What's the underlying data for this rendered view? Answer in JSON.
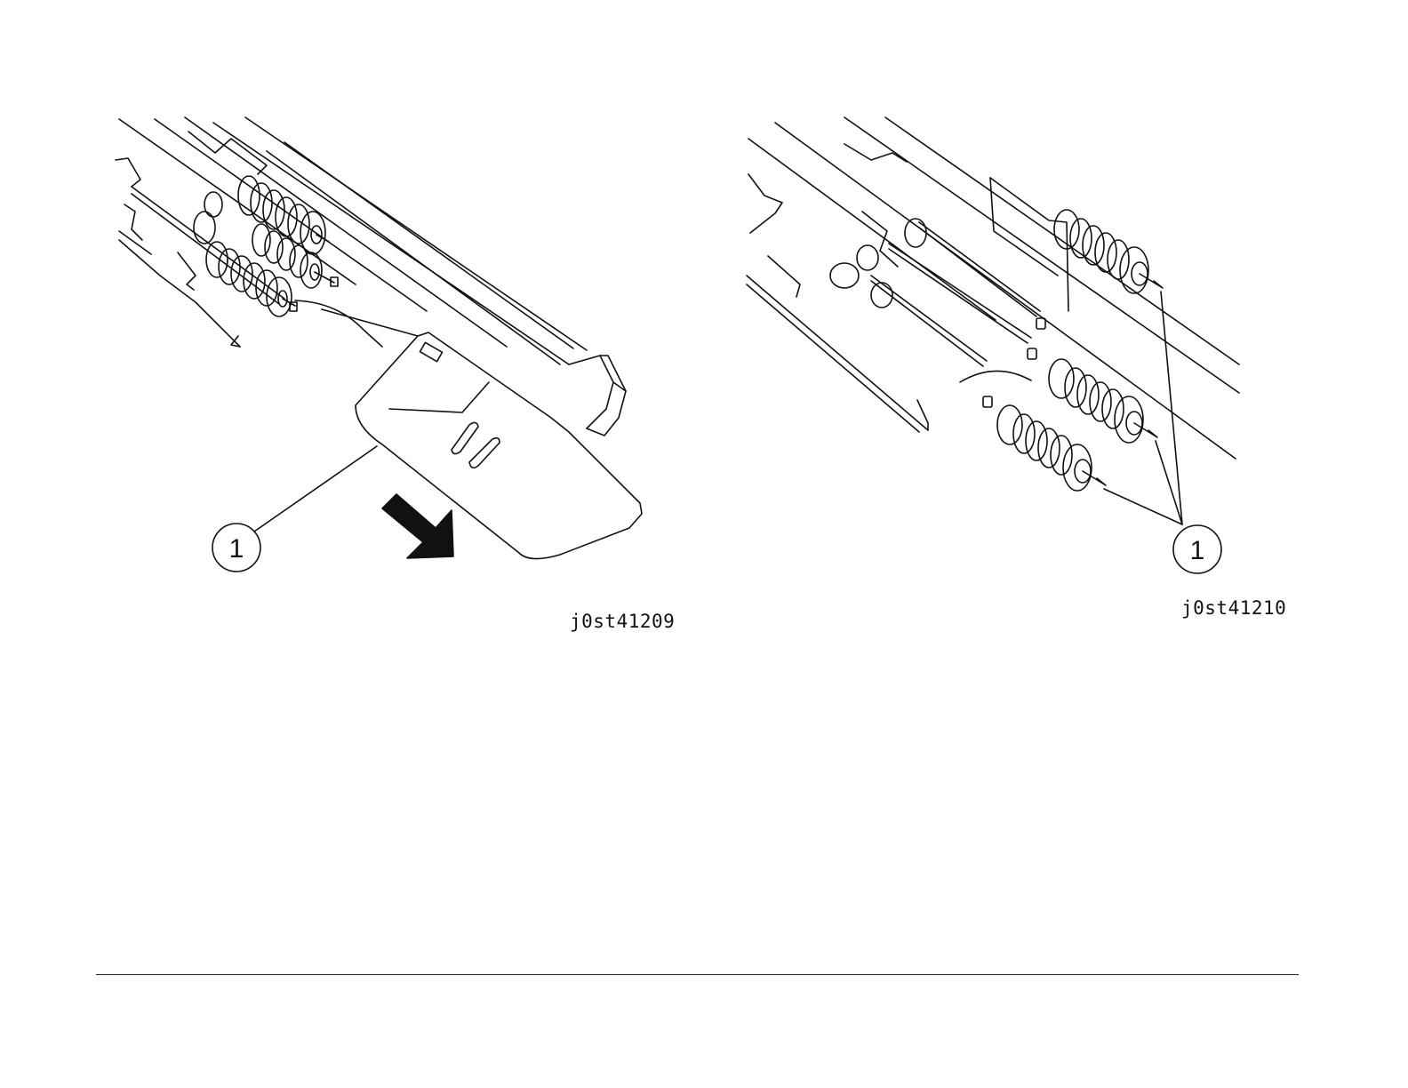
{
  "figures": [
    {
      "id": "j0st41209",
      "callout": "1"
    },
    {
      "id": "j0st41210",
      "callout": "1"
    }
  ]
}
